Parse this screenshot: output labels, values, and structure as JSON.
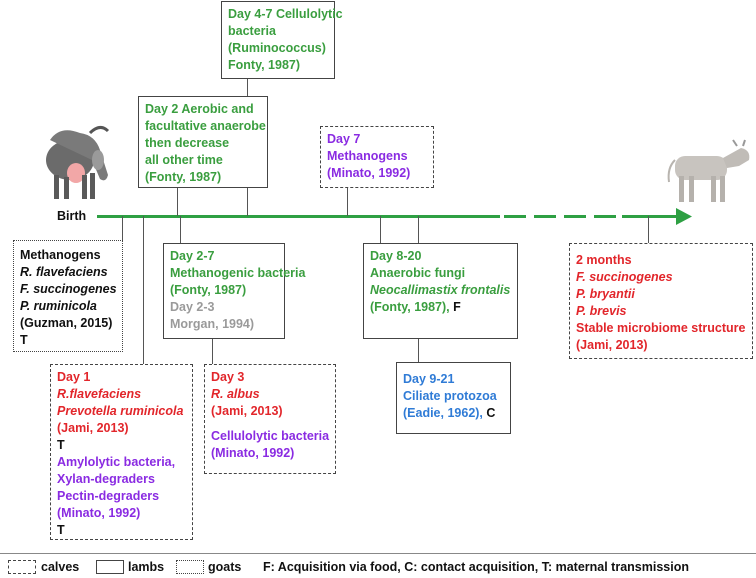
{
  "timeline": {
    "birth_label": "Birth"
  },
  "top_boxes": {
    "day47": {
      "title": "Day 4-7 Cellulolytic",
      "l2": "bacteria",
      "l3": "(Ruminococcus)",
      "l4": "Fonty, 1987)"
    },
    "day2": {
      "l1": "Day 2 Aerobic and",
      "l2": "facultative anaerobe",
      "l3": "then decrease",
      "l4": "all other time",
      "l5": "(Fonty, 1987)"
    },
    "day7": {
      "l1": "Day 7",
      "l2": "Methanogens",
      "l3": "(Minato, 1992)"
    }
  },
  "goats_box": {
    "l1": "Methanogens",
    "l2": "R. flavefaciens",
    "l3": "F. succinogenes",
    "l4": "P. ruminicola",
    "l5": "(Guzman, 2015)",
    "l6": "T"
  },
  "day1_box": {
    "l1": "Day 1",
    "l2": "R.flavefaciens",
    "l3": "Prevotella ruminicola",
    "l4": "(Jami, 2013)",
    "l5": "T",
    "l6": "Amylolytic bacteria,",
    "l7": "Xylan-degraders",
    "l8": "Pectin-degraders",
    "l9": "(Minato, 1992)",
    "l10": "T"
  },
  "day27_box": {
    "l1": "Day 2-7",
    "l2": "Methanogenic bacteria",
    "l3": "(Fonty, 1987)",
    "l4": "Day 2-3",
    "l5": "Morgan, 1994)"
  },
  "day3_box": {
    "l1": "Day 3",
    "l2": "R. albus",
    "l3": "(Jami, 2013)",
    "l4": "Cellulolytic bacteria",
    "l5": "(Minato, 1992)"
  },
  "day820_box": {
    "l1": "Day 8-20",
    "l2": "Anaerobic fungi",
    "l3": "Neocallimastix frontalis",
    "l4": "(Fonty, 1987),",
    "l4b": "F"
  },
  "day921_box": {
    "l1": "Day 9-21",
    "l2": "Ciliate protozoa",
    "l3": "(Eadie, 1962),",
    "l3b": "C"
  },
  "months2_box": {
    "l1": "2 months",
    "l2": "F. succinogenes",
    "l3": "P. bryantii",
    "l4": "P. brevis",
    "l5": "Stable microbiome structure",
    "l6": "(Jami, 2013)"
  },
  "legend": {
    "calves": "calves",
    "lambs": "lambs",
    "goats": "goats",
    "key": "F: Acquisition via food, C: contact acquisition, T: maternal transmission"
  },
  "colors": {
    "green": "#3a9e3f",
    "purple": "#8a2be2",
    "red": "#e2262b",
    "blue": "#2f7bd6",
    "gray": "#9a9a9a",
    "timeline": "#2ea043"
  }
}
